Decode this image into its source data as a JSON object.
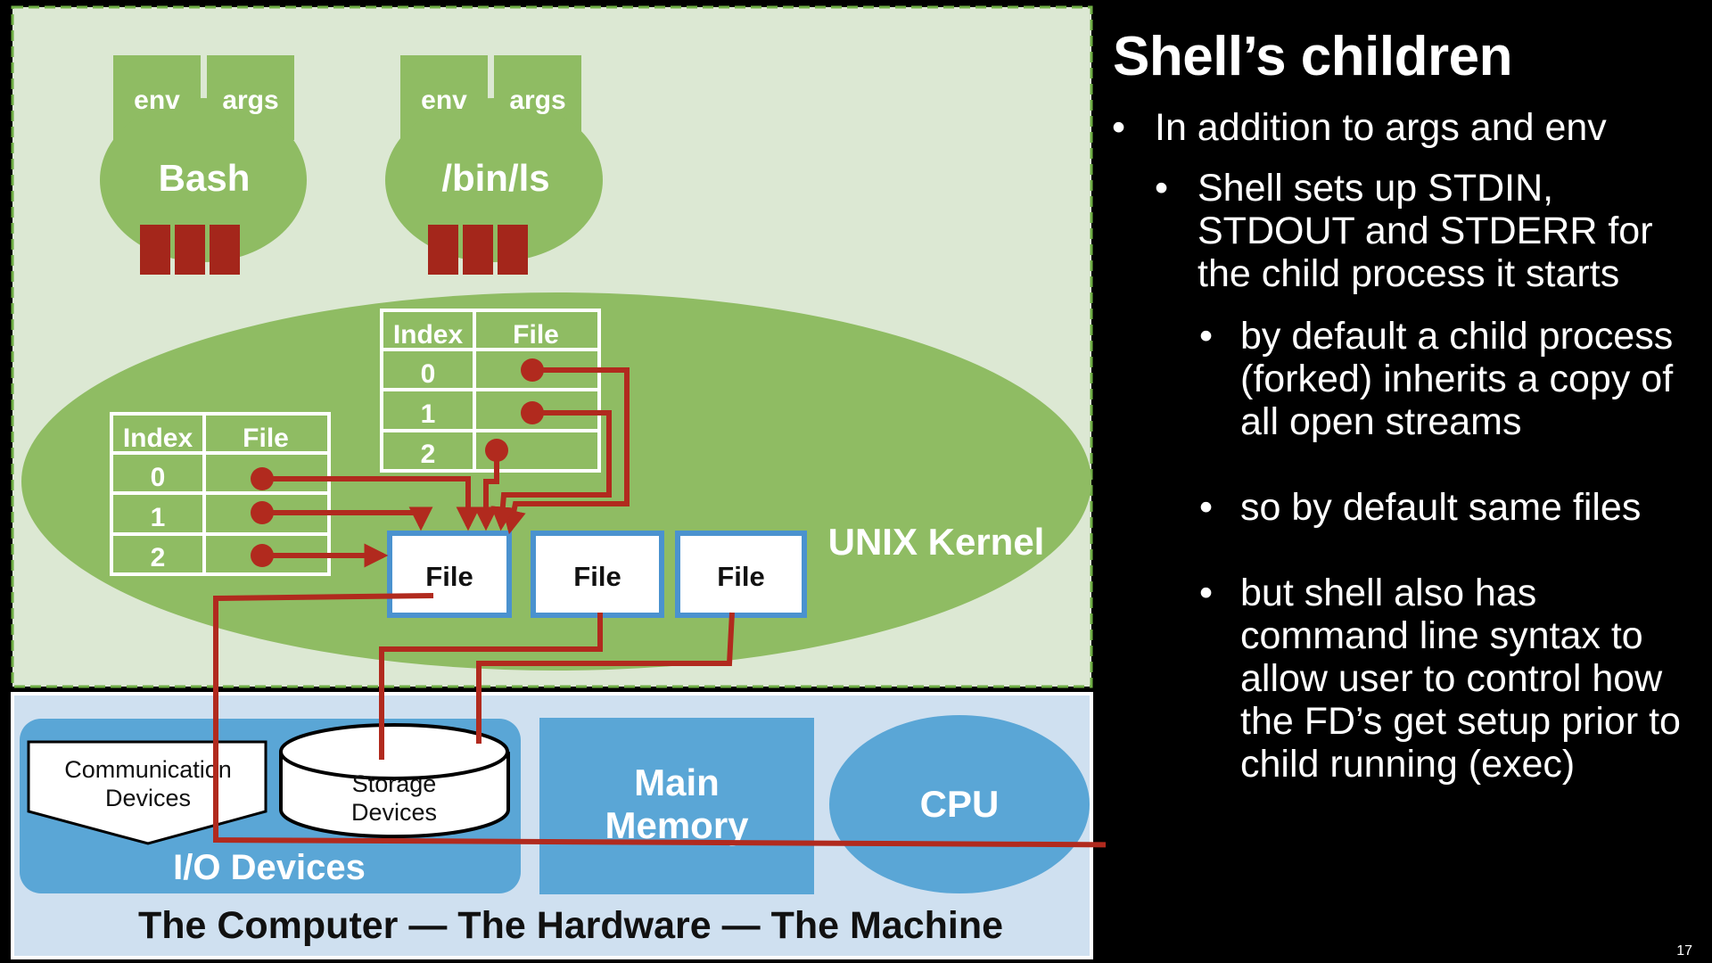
{
  "slide": {
    "title": "Shell’s children",
    "page_number": "17",
    "bullets": [
      {
        "level": 1,
        "text": "In addition to args and env"
      },
      {
        "level": 2,
        "text": "Shell sets up STDIN, STDOUT and STDERR for the child process it starts"
      },
      {
        "level": 3,
        "text": "by default a child process (forked) inherits a copy of all open streams"
      },
      {
        "level": 3,
        "text": "so by default same files"
      },
      {
        "level": 3,
        "text": "but shell also has command line syntax to allow user to control how the FD’s get setup prior to child running (exec)"
      }
    ]
  },
  "diagram": {
    "processes": [
      {
        "name": "Bash",
        "env_label": "env",
        "args_label": "args"
      },
      {
        "name": "/bin/ls",
        "env_label": "env",
        "args_label": "args"
      }
    ],
    "fd_tables": [
      {
        "header_index": "Index",
        "header_file": "File",
        "indices": [
          "0",
          "1",
          "2"
        ]
      },
      {
        "header_index": "Index",
        "header_file": "File",
        "indices": [
          "0",
          "1",
          "2"
        ]
      }
    ],
    "kernel_label": "UNIX Kernel",
    "file_objects": [
      "File",
      "File",
      "File"
    ],
    "hardware": {
      "io_devices_label": "I/O Devices",
      "communication_devices": [
        "Communication",
        "Devices"
      ],
      "storage_devices": [
        "Storage",
        "Devices"
      ],
      "main_memory": [
        "Main",
        "Memory"
      ],
      "cpu": "CPU",
      "caption": "The Computer — The Hardware — The Machine"
    },
    "colors": {
      "user_space_bg": "#dce8d3",
      "process_green": "#8fbc63",
      "fd_red": "#a4261b",
      "arrow_red": "#b12a1e",
      "hardware_bg": "#cfe0f0",
      "hardware_blue": "#5aa6d6",
      "file_border": "#4a92cf"
    }
  }
}
